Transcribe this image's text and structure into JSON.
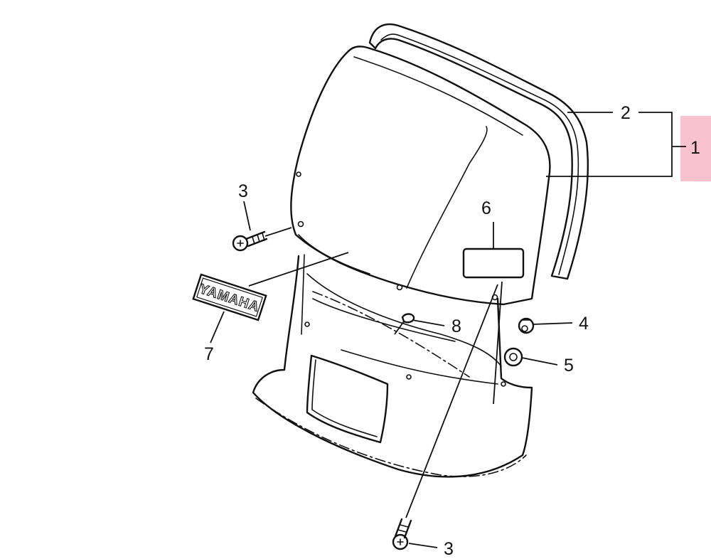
{
  "callouts": [
    {
      "id": "1",
      "label": "1"
    },
    {
      "id": "2",
      "label": "2"
    },
    {
      "id": "3a",
      "label": "3"
    },
    {
      "id": "3b",
      "label": "3"
    },
    {
      "id": "4",
      "label": "4"
    },
    {
      "id": "5",
      "label": "5"
    },
    {
      "id": "6",
      "label": "6"
    },
    {
      "id": "7",
      "label": "7"
    },
    {
      "id": "8",
      "label": "8"
    }
  ],
  "emblem_text": "YAMAHA",
  "colors": {
    "line": "#111111",
    "highlight": "#f7b9c3",
    "background": "#ffffff"
  }
}
